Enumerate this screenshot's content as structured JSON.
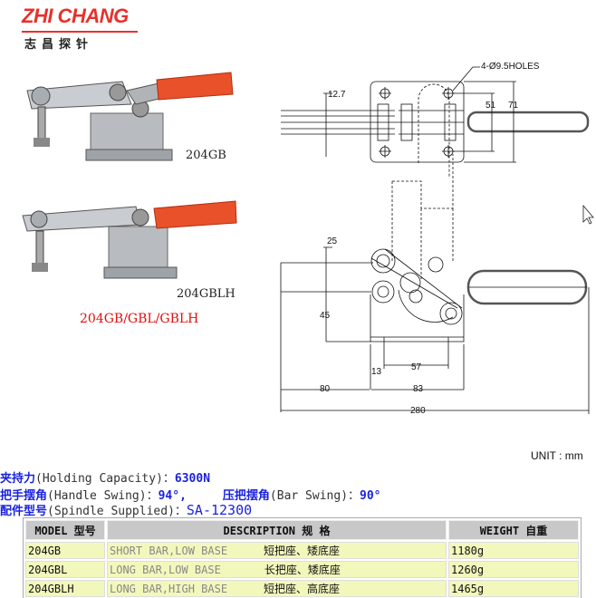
{
  "logo": {
    "name": "ZHI CHANG",
    "chinese": "志昌探针"
  },
  "photos": [
    {
      "label": "204GB"
    },
    {
      "label": "204GBLH"
    }
  ],
  "series_label": "204GB/GBL/GBLH",
  "drawing": {
    "holes_note": "4-Ø9.5HOLES",
    "dims": {
      "d12_7": "12.7",
      "d51": "51",
      "d71": "71",
      "d25": "25",
      "d45": "45",
      "d13": "13",
      "d57": "57",
      "d80": "80",
      "d83": "83",
      "d280": "280"
    }
  },
  "unit": "UNIT : mm",
  "specs": {
    "holding_cn": "夹持力",
    "holding_en": "(Holding Capacity)：",
    "holding_val": "6300N",
    "handle_cn": "把手摆角",
    "handle_en": "(Handle Swing)：",
    "handle_val": "94°,",
    "bar_cn": "压把摆角",
    "bar_en": "(Bar Swing)：",
    "bar_val": "90°",
    "spindle_cn": "配件型号",
    "spindle_en": "(Spindle Supplied)：",
    "spindle_val": "SA-12300"
  },
  "table": {
    "headers": [
      "MODEL  型号",
      "DESCRIPTION   规 格",
      "WEIGHT  自重"
    ],
    "rows": [
      {
        "model": "204GB",
        "desc_en": "SHORT BAR,LOW BASE",
        "desc_cn": "短把座、矮底座",
        "weight": "1180g"
      },
      {
        "model": "204GBL",
        "desc_en": "LONG BAR,LOW BASE",
        "desc_cn": "长把座、矮底座",
        "weight": "1260g"
      },
      {
        "model": "204GBLH",
        "desc_en": "LONG BAR,HIGH BASE",
        "desc_cn": "短把座、高底座",
        "weight": "1465g"
      }
    ]
  }
}
